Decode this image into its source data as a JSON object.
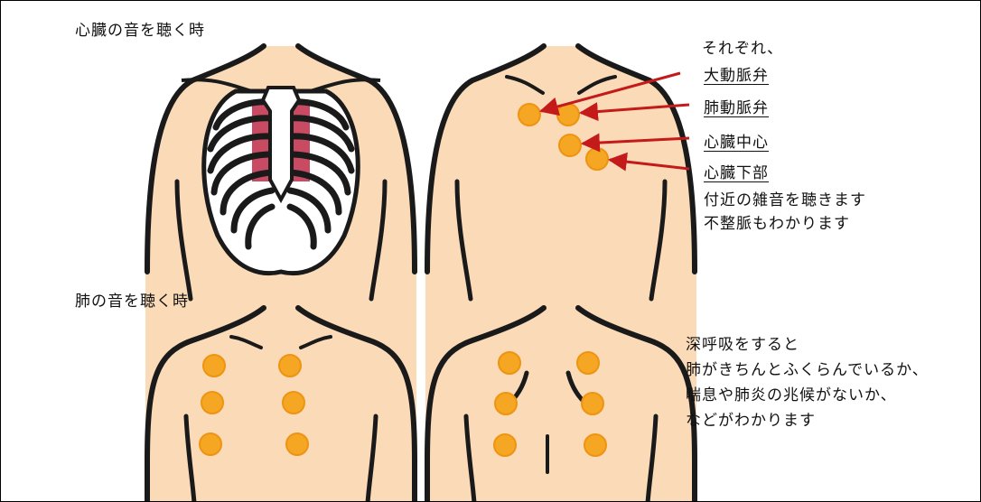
{
  "heart_section": {
    "title": "心臓の音を聴く時",
    "intro": "それぞれ、",
    "labels": [
      "大動脈弁",
      "肺動脈弁",
      "心臓中心",
      "心臓下部"
    ],
    "note_lines": [
      "付近の雑音を聴きます",
      "不整脈もわかります"
    ]
  },
  "lung_section": {
    "title": "肺の音を聴く時",
    "note_lines": [
      "深呼吸をすると",
      "肺がきちんとふくらんでいるか、",
      "喘息や肺炎の兆候がないか、",
      "などがわかります"
    ]
  },
  "colors": {
    "skin": "#FADAB7",
    "outline": "#1a1a1a",
    "spot": "#F5A623",
    "spot_stroke": "#EE9412",
    "arrow": "#C41A1A",
    "rib_gap": "#C94A63"
  }
}
